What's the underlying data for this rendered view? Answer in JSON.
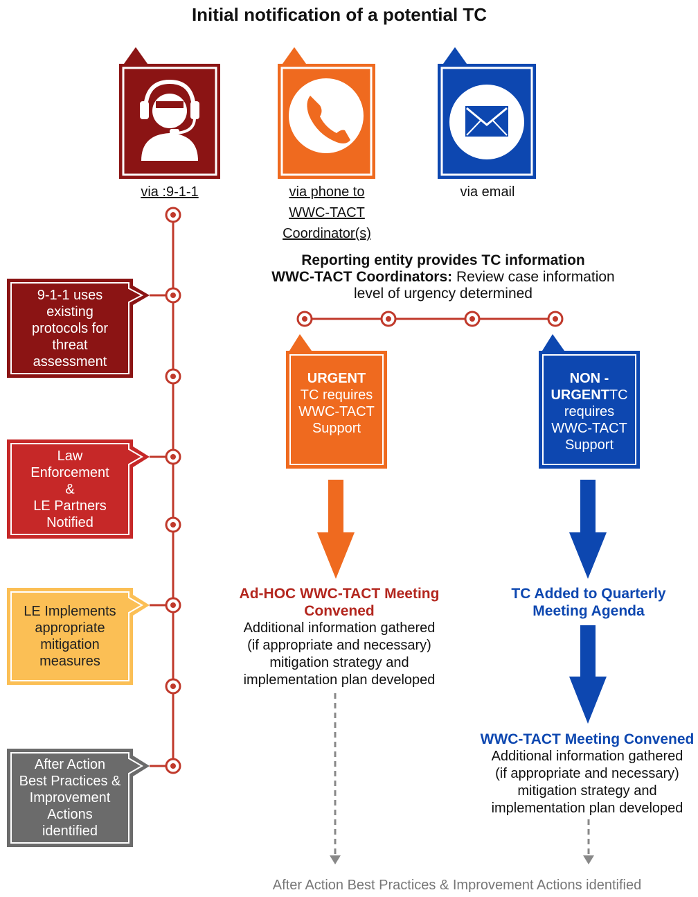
{
  "title": "Initial notification of a potential TC",
  "channels": [
    {
      "label": "via :9-1-1",
      "icon": "operator-headset-icon",
      "color": "#8b1414"
    },
    {
      "label_lines": [
        "via phone to",
        "WWC-TACT",
        "Coordinator(s)"
      ],
      "icon": "phone-icon",
      "color": "#ef6a1f"
    },
    {
      "label": "via email",
      "icon": "envelope-icon",
      "color": "#0d47b0"
    }
  ],
  "timeline_steps": [
    {
      "lines": [
        "9-1-1 uses",
        "existing",
        "protocols for",
        "threat",
        "assessment"
      ],
      "color": "#8b1414"
    },
    {
      "lines": [
        "Law",
        "Enforcement",
        "&",
        "LE Partners",
        "Notified"
      ],
      "color": "#c62828"
    },
    {
      "lines": [
        "LE Implements",
        "appropriate",
        "mitigation",
        "measures"
      ],
      "color": "#fbbf55"
    },
    {
      "lines": [
        "After Action",
        "Best Practices &",
        "Improvement",
        "Actions",
        "identified"
      ],
      "color": "#6b6b6b"
    }
  ],
  "reporting": {
    "line1": "Reporting entity provides TC information",
    "line2_bold": "WWC-TACT Coordinators:",
    "line2_rest": " Review case information",
    "line3": "level of urgency determined"
  },
  "urgent": {
    "title": "URGENT",
    "lines": [
      "TC  requires",
      "WWC-TACT",
      "Support"
    ],
    "color": "#ef6a1f",
    "heading_lines": [
      "Ad-HOC WWC-TACT Meeting",
      "Convened"
    ],
    "details": [
      "Additional information gathered",
      "(if appropriate and necessary)",
      "mitigation strategy and",
      "implementation plan developed"
    ]
  },
  "non_urgent": {
    "title_line1": "NON -",
    "title_line2": "URGENT",
    "title_tail": "TC",
    "lines": [
      "requires",
      "WWC-TACT",
      "Support"
    ],
    "color": "#0d47b0",
    "heading_lines": [
      "TC Added to Quarterly",
      "Meeting Agenda"
    ],
    "meeting_heading": "WWC-TACT Meeting Convened",
    "details": [
      "Additional information gathered",
      "(if appropriate and necessary)",
      "mitigation strategy and",
      "implementation plan developed"
    ]
  },
  "footer": "After Action Best Practices & Improvement Actions identified",
  "colors": {
    "timeline": "#c0392b",
    "dashed": "#888888"
  }
}
